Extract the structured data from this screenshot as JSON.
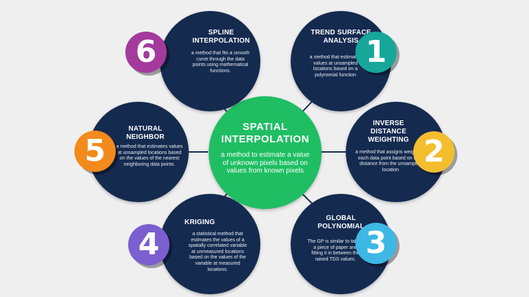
{
  "center": {
    "title_line1": "SPATIAL",
    "title_line2": "INTERPOLATION",
    "description": "a method to estimate a value of unknown pixels based on values from known pixels"
  },
  "methods": [
    {
      "number": "1",
      "title_line1": "TREND SURFACE",
      "title_line2": "ANALYSIS",
      "description": "a method that estimates values at unsampled locations based on a polynomial function",
      "color": "#17a79a"
    },
    {
      "number": "2",
      "title_line1": "INVERSE",
      "title_line2": "DISTANCE",
      "title_line3": "WEIGHTING",
      "description": "a method that assigns weights to each data point based on their distance from the unsampled location",
      "color": "#f3be2e"
    },
    {
      "number": "3",
      "title_line1": "GLOBAL",
      "title_line2": "POLYNOMIAL",
      "description": "The GP is similar to taking a piece of paper and fitting it in between the raised TDS values.",
      "color": "#3db8e4"
    },
    {
      "number": "4",
      "title_line1": "KRIGING",
      "description": "a statistical method that estimates the values of a spatially correlated variable at unmeasured locations based on the values of the variable at measured locations.",
      "color": "#7b5fd0"
    },
    {
      "number": "5",
      "title_line1": "NATURAL",
      "title_line2": "NEIGHBOR",
      "description": "a method that estimates values at unsampled locations based on the values of the nearest neighboring data points.",
      "color": "#f38a1c"
    },
    {
      "number": "6",
      "title_line1": "SPLINE",
      "title_line2": "INTERPOLATION",
      "description": "a method that fits a smooth curve through the data points using mathematical functions.",
      "color": "#a33a9c"
    }
  ]
}
